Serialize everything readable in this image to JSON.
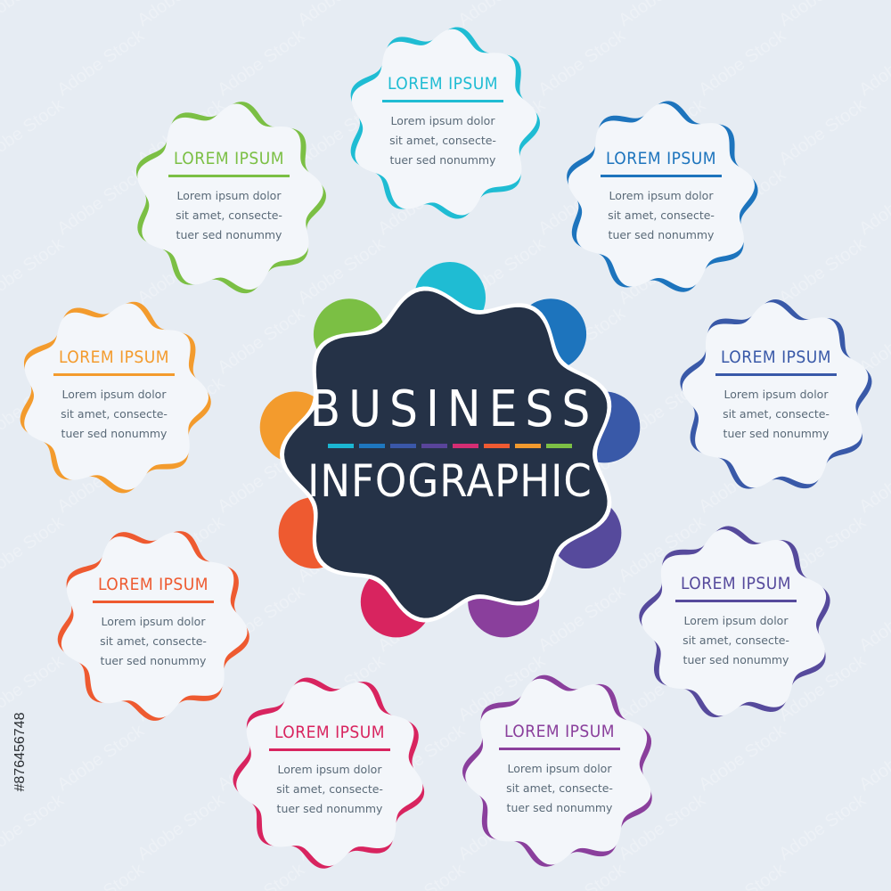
{
  "center": {
    "line1": "BUSINESS",
    "line2": "INFOGRAPHIC",
    "fill": "#253247"
  },
  "dash_colors": [
    "#1bb6d2",
    "#1e77bf",
    "#3a57a8",
    "#59449a",
    "#d42d73",
    "#ef5a32",
    "#f29a2e",
    "#7cbf45"
  ],
  "items": [
    {
      "id": "top",
      "title": "LOREM IPSUM",
      "body": [
        "Lorem ipsum dolor",
        "sit amet, consecte-",
        "tuer sed nonummy"
      ],
      "color": "#1fbcd3"
    },
    {
      "id": "top-right",
      "title": "LOREM IPSUM",
      "body": [
        "Lorem ipsum dolor",
        "sit amet, consecte-",
        "tuer sed nonummy"
      ],
      "color": "#1d74bd"
    },
    {
      "id": "right",
      "title": "LOREM IPSUM",
      "body": [
        "Lorem ipsum dolor",
        "sit amet, consecte-",
        "tuer sed nonummy"
      ],
      "color": "#3959a8"
    },
    {
      "id": "bottom-right",
      "title": "LOREM IPSUM",
      "body": [
        "Lorem ipsum dolor",
        "sit amet, consecte-",
        "tuer sed nonummy"
      ],
      "color": "#564a9c"
    },
    {
      "id": "bottom-center-right",
      "title": "LOREM IPSUM",
      "body": [
        "Lorem ipsum dolor",
        "sit amet, consecte-",
        "tuer sed nonummy"
      ],
      "color": "#8a3f9c"
    },
    {
      "id": "bottom-center-left",
      "title": "LOREM IPSUM",
      "body": [
        "Lorem ipsum dolor",
        "sit amet, consecte-",
        "tuer sed nonummy"
      ],
      "color": "#d8245f"
    },
    {
      "id": "bottom-left",
      "title": "LOREM IPSUM",
      "body": [
        "Lorem ipsum dolor",
        "sit amet, consecte-",
        "tuer sed nonummy"
      ],
      "color": "#ee5a30"
    },
    {
      "id": "left",
      "title": "LOREM IPSUM",
      "body": [
        "Lorem ipsum dolor",
        "sit amet, consecte-",
        "tuer sed nonummy"
      ],
      "color": "#f39b2d"
    },
    {
      "id": "top-left",
      "title": "LOREM IPSUM",
      "body": [
        "Lorem ipsum dolor",
        "sit amet, consecte-",
        "tuer sed nonummy"
      ],
      "color": "#7bbf44"
    }
  ],
  "watermark_text": "Adobe Stock",
  "stock_id": "#876456748"
}
